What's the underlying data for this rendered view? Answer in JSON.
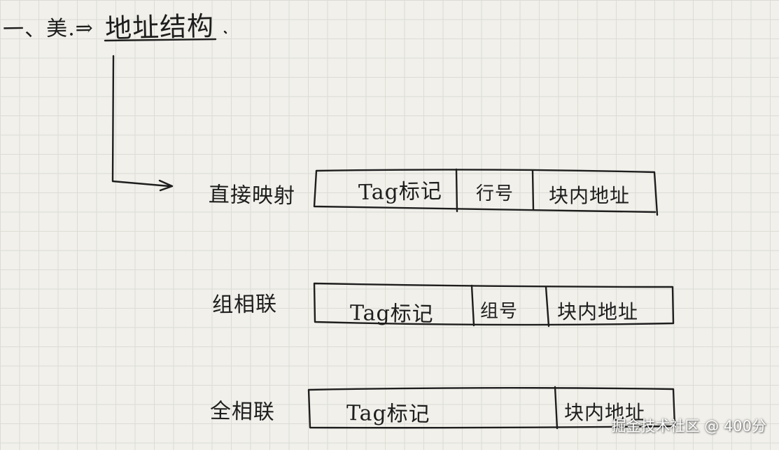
{
  "title": {
    "prefix": "一、美.⇒",
    "main": "地址结构"
  },
  "rows": [
    {
      "label": "直接映射",
      "fields": [
        "Tag标记",
        "行号",
        "块内地址"
      ]
    },
    {
      "label": "组相联",
      "fields": [
        "Tag标记",
        "组号",
        "块内地址"
      ]
    },
    {
      "label": "全相联",
      "fields": [
        "Tag标记",
        "块内地址"
      ]
    }
  ],
  "watermark": "掘金技术社区 @ 400分",
  "colors": {
    "paper": "#f1f0eb",
    "grid": "#dcdbd4",
    "ink": "#1c1c1c"
  }
}
